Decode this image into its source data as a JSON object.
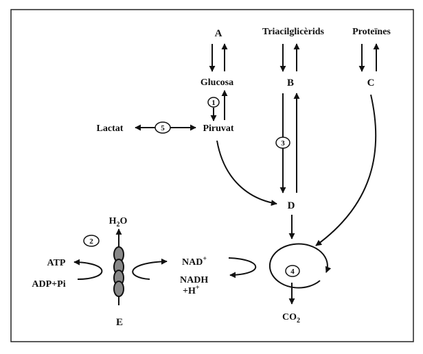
{
  "nodes": {
    "a": "A",
    "triacil": "Triacilglicèrids",
    "proteines": "Proteïnes",
    "glucosa": "Glucosa",
    "b": "B",
    "c": "C",
    "lactat": "Lactat",
    "piruvat": "Piruvat",
    "d": "D",
    "e": "E",
    "atp": "ATP",
    "adp": "ADP+Pi",
    "nadh": "NADH",
    "h_plus": "+H",
    "co2_base": "CO",
    "co2_sub": "2",
    "h2o_h": "H",
    "h2o_sub": "2",
    "h2o_o": "O",
    "nad_base": "NAD",
    "plus_sup": "+"
  },
  "steps": [
    "1",
    "2",
    "3",
    "4",
    "5"
  ]
}
